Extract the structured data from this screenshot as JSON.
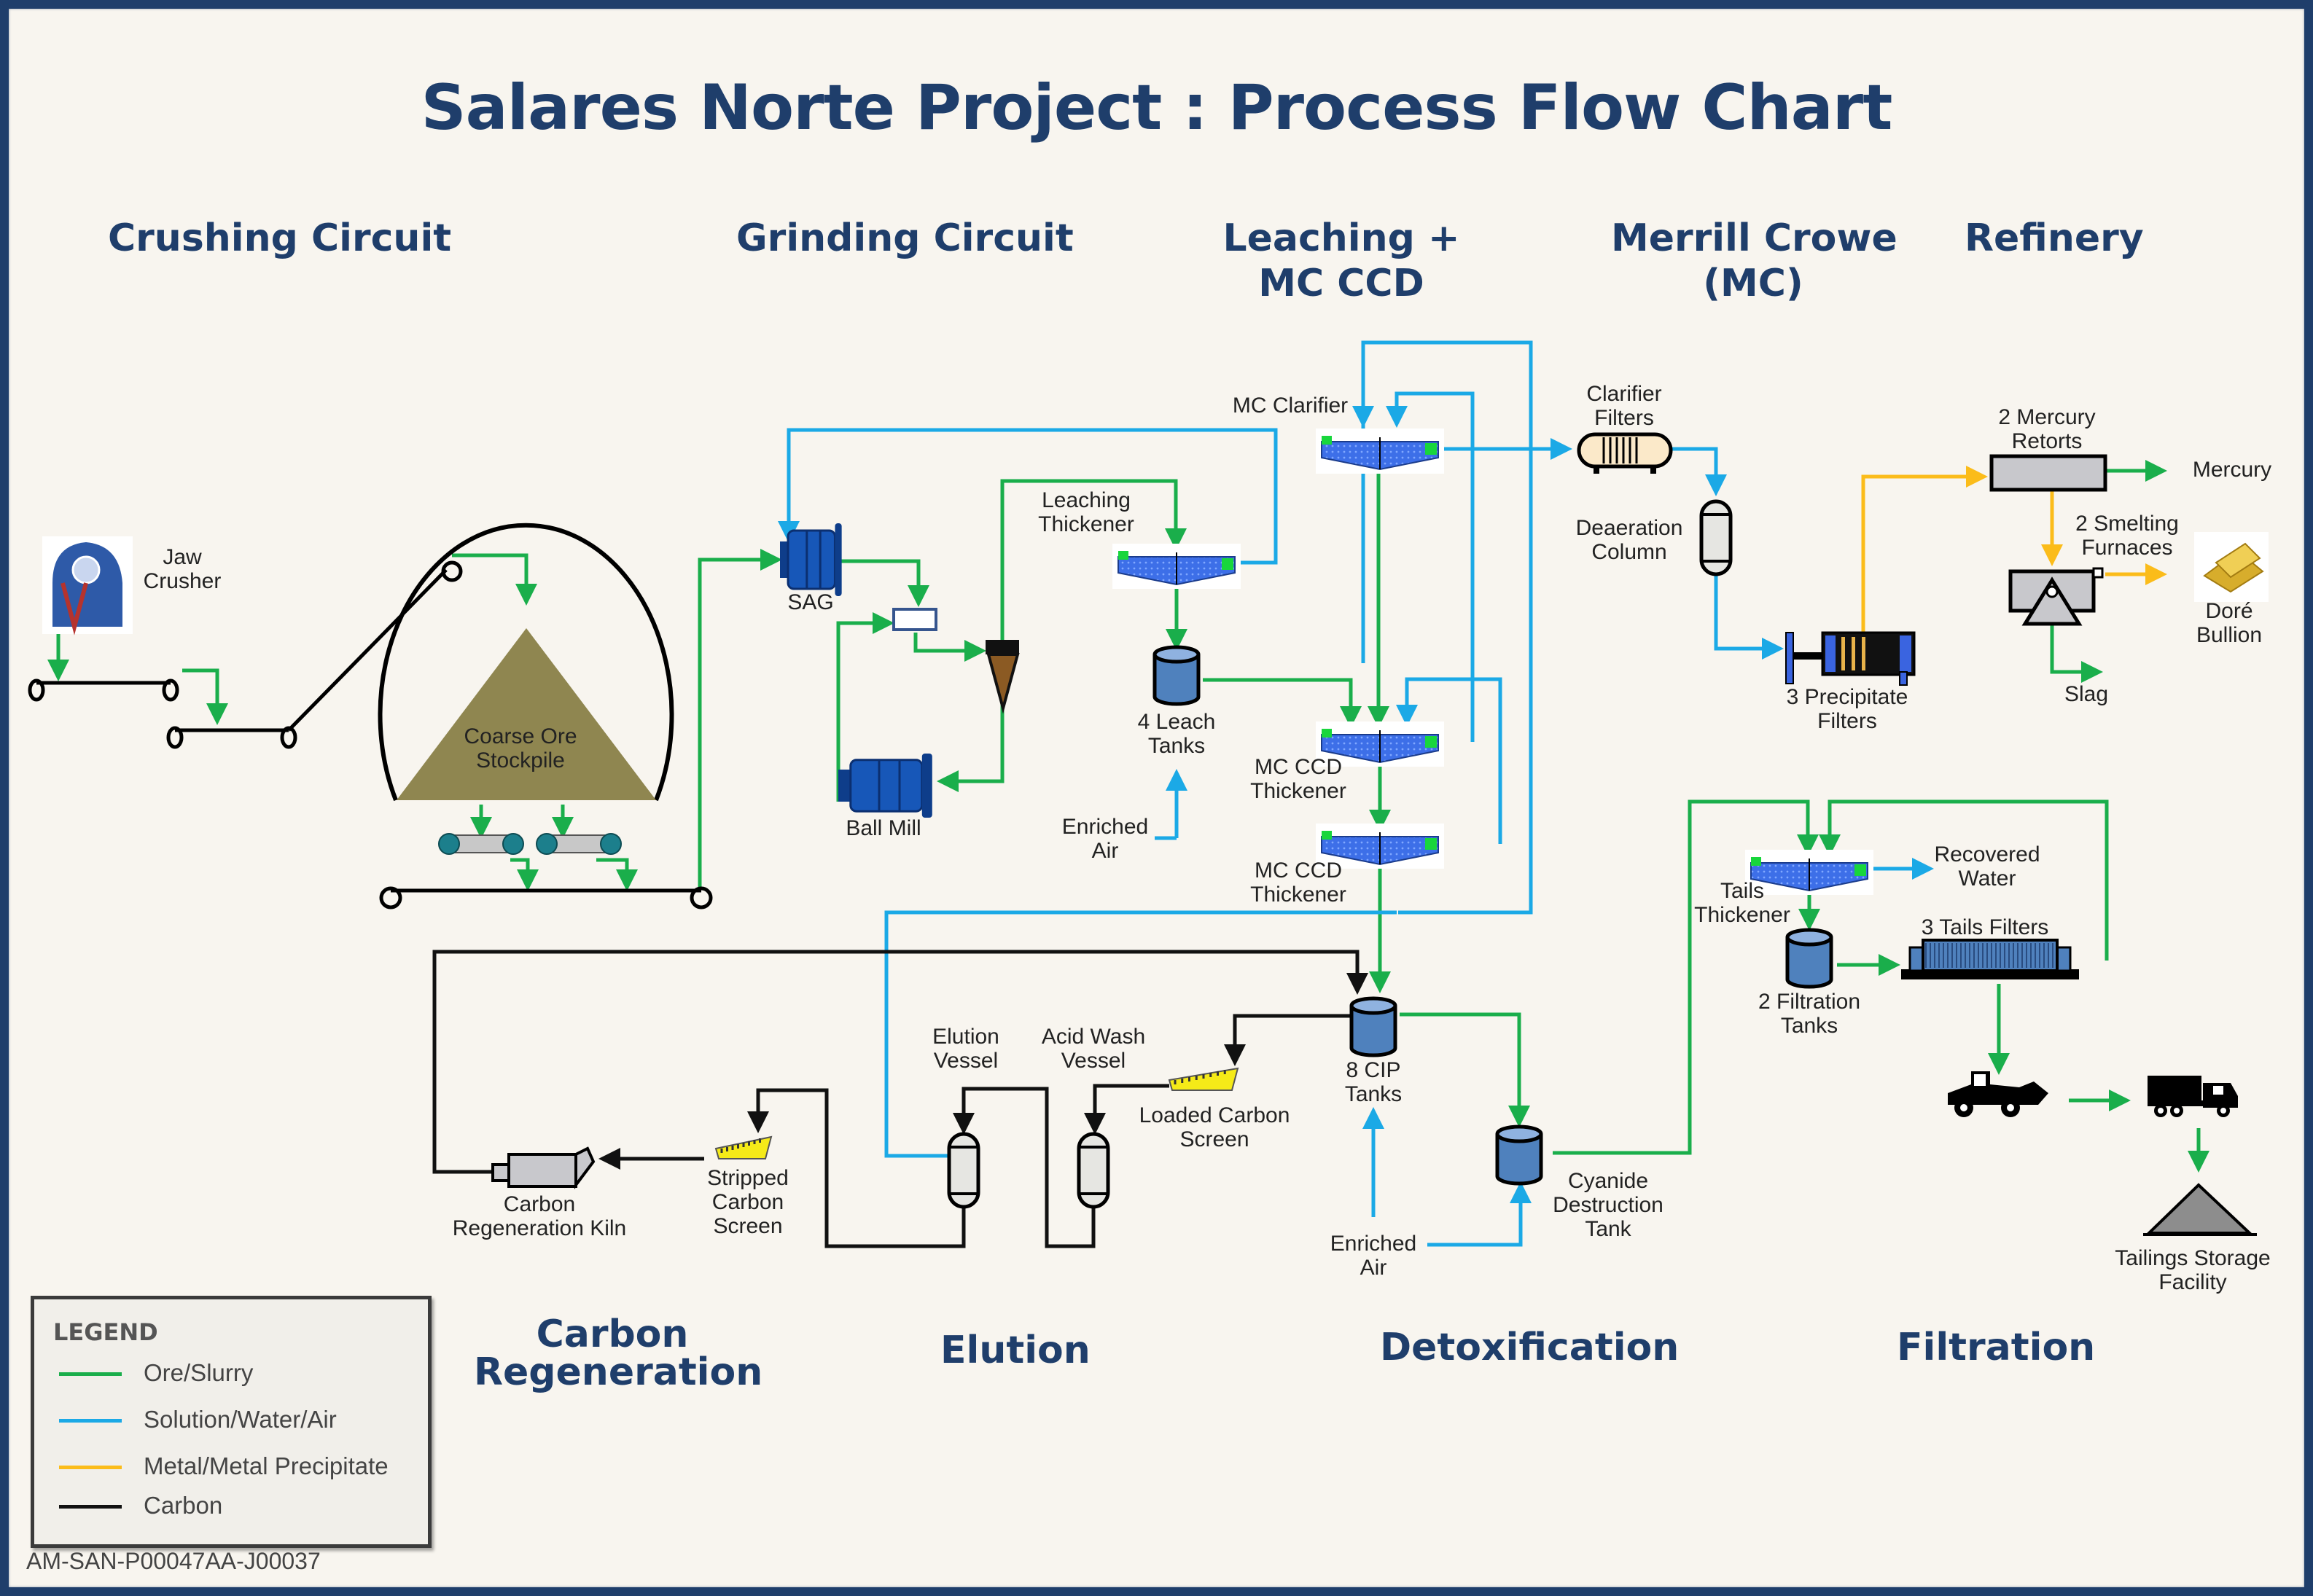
{
  "title": "Salares Norte Project : Process Flow Chart",
  "sections": {
    "crushing": "Crushing Circuit",
    "grinding": "Grinding Circuit",
    "leaching_l1": "Leaching +",
    "leaching_l2": "MC CCD",
    "merrill_l1": "Merrill Crowe",
    "merrill_l2": "(MC)",
    "refinery": "Refinery",
    "carbon_l1": "Carbon",
    "carbon_l2": "Regeneration",
    "elution": "Elution",
    "detox": "Detoxification",
    "filtration": "Filtration"
  },
  "equipment": {
    "jaw_crusher": [
      "Jaw",
      "Crusher"
    ],
    "stockpile": [
      "Coarse Ore",
      "Stockpile"
    ],
    "sag": [
      "SAG"
    ],
    "ball_mill": [
      "Ball Mill"
    ],
    "leach_thickener": [
      "Leaching",
      "Thickener"
    ],
    "leach_tanks": [
      "4 Leach",
      "Tanks"
    ],
    "enriched_air_1": [
      "Enriched",
      "Air"
    ],
    "mc_clarifier": [
      "MC Clarifier"
    ],
    "mc_ccd_1": [
      "MC CCD",
      "Thickener"
    ],
    "mc_ccd_2": [
      "MC CCD",
      "Thickener"
    ],
    "clarifier_filters": [
      "Clarifier",
      "Filters"
    ],
    "deaeration": [
      "Deaeration",
      "Column"
    ],
    "precip_filters": [
      "3 Precipitate",
      "Filters"
    ],
    "mercury_retorts": [
      "2 Mercury",
      "Retorts"
    ],
    "mercury": [
      "Mercury"
    ],
    "smelting": [
      "2 Smelting",
      "Furnaces"
    ],
    "dore": [
      "Doré",
      "Bullion"
    ],
    "slag": [
      "Slag"
    ],
    "cip_tanks": [
      "8 CIP",
      "Tanks"
    ],
    "enriched_air_2": [
      "Enriched",
      "Air"
    ],
    "cyanide_tank": [
      "Cyanide",
      "Destruction",
      "Tank"
    ],
    "loaded_screen": [
      "Loaded Carbon",
      "Screen"
    ],
    "elution_vessel": [
      "Elution",
      "Vessel"
    ],
    "acid_wash": [
      "Acid Wash",
      "Vessel"
    ],
    "stripped_screen": [
      "Stripped",
      "Carbon",
      "Screen"
    ],
    "kiln": [
      "Carbon",
      "Regeneration Kiln"
    ],
    "tails_thickener": [
      "Tails",
      "Thickener"
    ],
    "recovered_water": [
      "Recovered",
      "Water"
    ],
    "filtration_tanks": [
      "2 Filtration",
      "Tanks"
    ],
    "tails_filters": [
      "3 Tails Filters"
    ],
    "tsf": [
      "Tailings Storage",
      "Facility"
    ]
  },
  "legend": {
    "title": "LEGEND",
    "items": [
      {
        "label": "Ore/Slurry",
        "color": "#1aae4b"
      },
      {
        "label": "Solution/Water/Air",
        "color": "#1ba9e6"
      },
      {
        "label": "Metal/Metal Precipitate",
        "color": "#fbbc1a"
      },
      {
        "label": "Carbon",
        "color": "#111111"
      }
    ]
  },
  "colors": {
    "ore": "#1aae4b",
    "solution": "#1ba9e6",
    "metal": "#fbbc1a",
    "carbon": "#111111",
    "title": "#1f3e6b",
    "stockpile": "#8f8650",
    "tank": "#4f81bd"
  },
  "doc_id": "AM-SAN-P00047AA-J00037"
}
